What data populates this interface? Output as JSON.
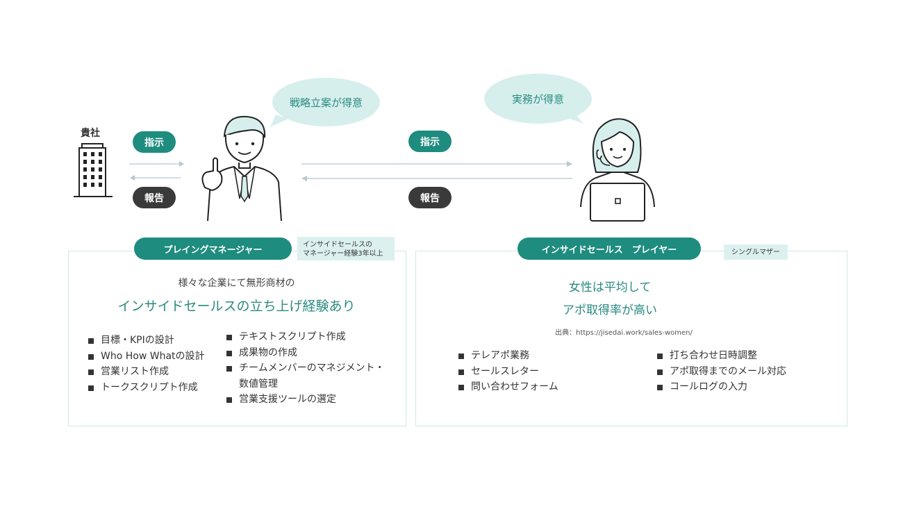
{
  "company": {
    "label": "貴社"
  },
  "arrows_left": {
    "instruction": "指示",
    "report": "報告"
  },
  "arrows_right": {
    "instruction": "指示",
    "report": "報告"
  },
  "bubbles": {
    "manager": "戦略立案が得意",
    "player": "実務が得意"
  },
  "left_panel": {
    "header": "プレイングマネージャー",
    "tag_lines": [
      "インサイドセールスの",
      "マネージャー経験3年以上"
    ],
    "subtitle": "様々な企業にて無形商材の",
    "headline": "インサイドセールスの立ち上げ経験あり",
    "list_a": [
      "目標・KPIの設計",
      "Who How Whatの設計",
      "営業リスト作成",
      "トークスクリプト作成"
    ],
    "list_b": [
      "テキストスクリプト作成",
      "成果物の作成",
      "チームメンバーのマネジメント・",
      "数値管理",
      "営業支援ツールの選定"
    ]
  },
  "right_panel": {
    "header": "インサイドセールス　プレイヤー",
    "tag": "シングルマザー",
    "headline_line1": "女性は平均して",
    "headline_line2": "アポ取得率が高い",
    "source": "出典：https://jisedai.work/sales-women/",
    "list_a": [
      "テレアポ業務",
      "セールスレター",
      "問い合わせフォーム"
    ],
    "list_b": [
      "打ち合わせ日時調整",
      "アポ取得までのメール対応",
      "コールログの入力"
    ]
  },
  "colors": {
    "accent": "#1e8c7e",
    "dark_pill": "#3a3a3a",
    "bubble": "#d6efed",
    "panel_border": "#cfe9e6"
  }
}
